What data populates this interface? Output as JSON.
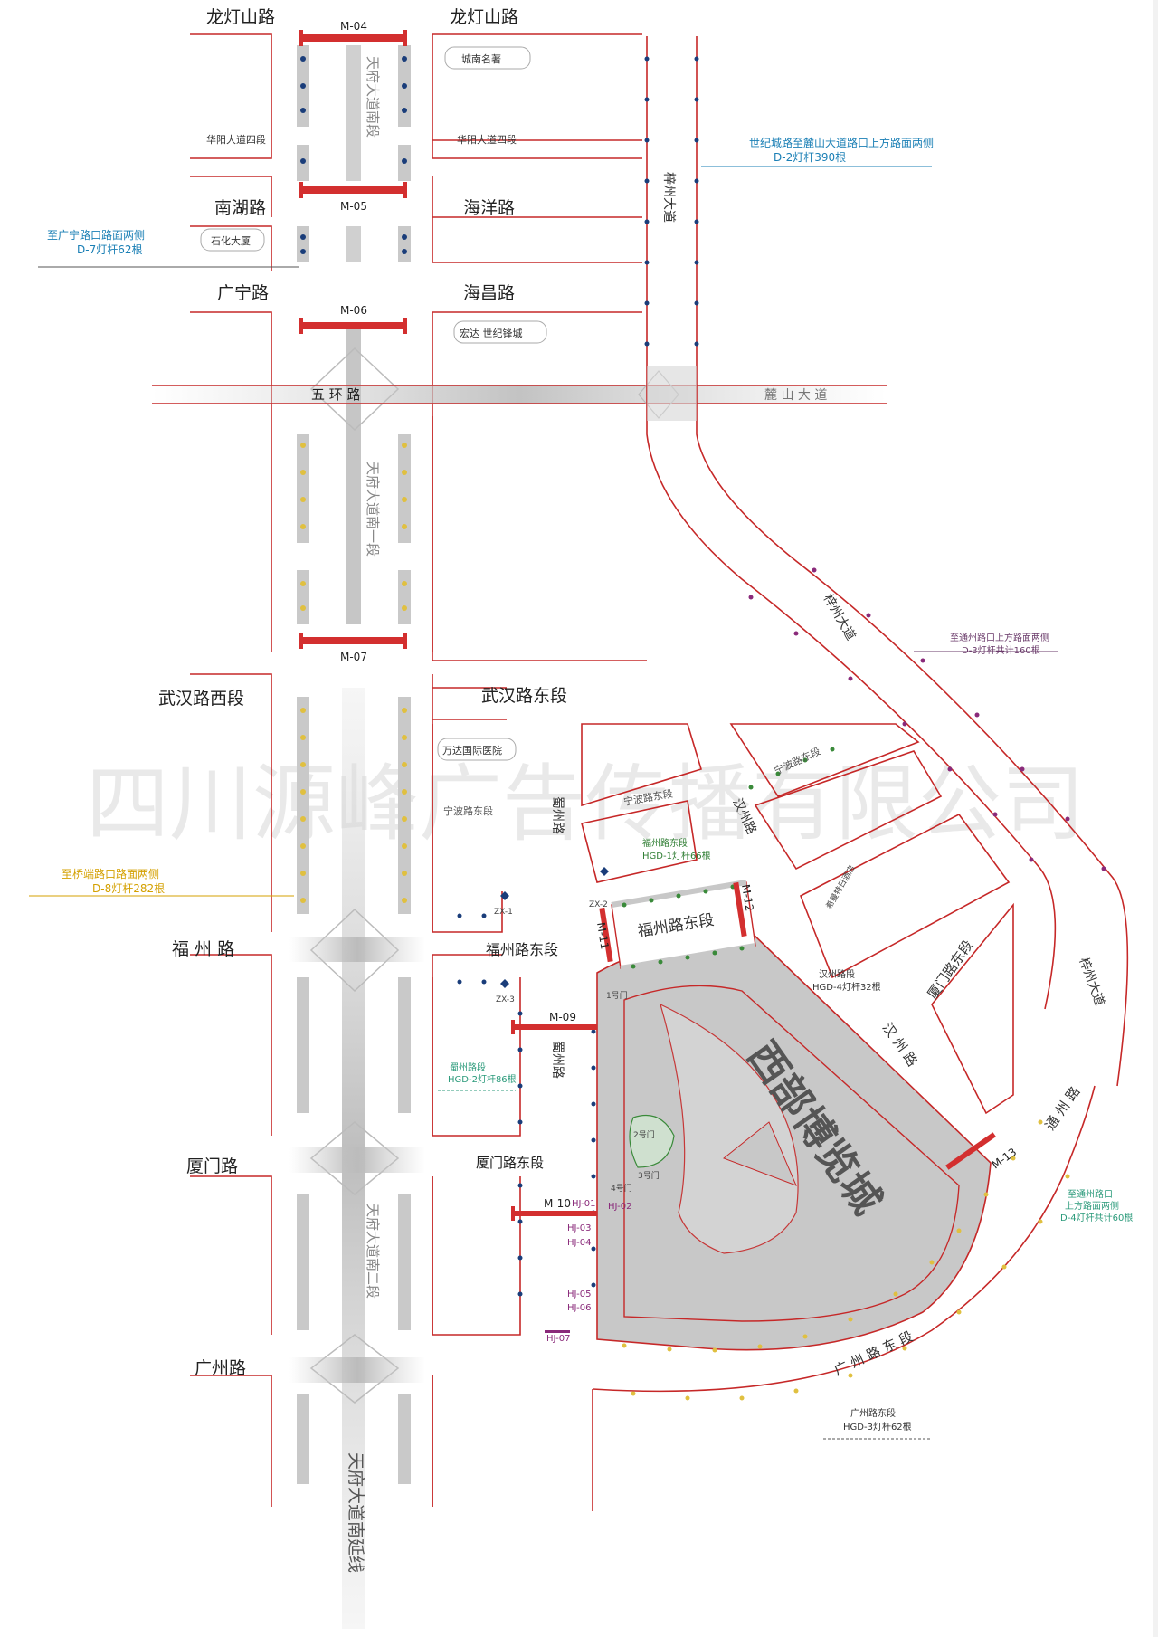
{
  "colors": {
    "road_edge": "#c62828",
    "marker": "#d32f2f",
    "pole_blue": "#1a3d7a",
    "pole_yellow": "#e0c040",
    "pole_green": "#3a8a3a",
    "pole_purple": "#8a2a7a",
    "note_blue": "#1a7fb5",
    "note_yellow": "#d4a000",
    "area_grey": "#c8c8c8"
  },
  "roads": {
    "longdengshan_w": "龙灯山路",
    "longdengshan_e": "龙灯山路",
    "huayang_w": "华阳大道四段",
    "huayang_e": "华阳大道四段",
    "nanhu": "南湖路",
    "haiyang": "海洋路",
    "guangning": "广宁路",
    "haichang": "海昌路",
    "wuhuan": "五  环  路",
    "lushan": "麓  山  大  道",
    "wuhan_w": "武汉路西段",
    "wuhan_e": "武汉路东段",
    "ningbo_1": "宁波路东段",
    "ningbo_2": "宁波路东段",
    "ningbo_3": "宁波路东段",
    "fuzhou_w": "福 州 路",
    "fuzhou_e": "福州路东段",
    "fuzhou_box": "福州路东段",
    "xiamen_w": "厦门路",
    "xiamen_e": "厦门路东段",
    "xiamen_diag": "厦门路东段",
    "guangzhou_w": "广州路",
    "guangzhou_e": "广 州 路 东 段",
    "tongzhou": "通 州 路",
    "hanzhou": "汉 州 路",
    "zizhou_1": "梓州大道",
    "zizhou_2": "梓州大道",
    "zizhou_3": "梓州大道",
    "shuzhou_1": "蜀州路",
    "shuzhou_2": "蜀州路",
    "hanzhou_upper": "汉州路",
    "tianfu_s": "天府大道南段",
    "tianfu_s1": "天府大道南一段",
    "tianfu_s2": "天府大道南二段",
    "tianfu_ext": "天府大道南延线"
  },
  "landmarks": {
    "chengnan": "城南名著",
    "shihua": "石化大厦",
    "hongda": "宏达 世纪锋城",
    "wanda": "万达国际医院",
    "hotel": "希曼特日酒店"
  },
  "markers": {
    "m04": "M-04",
    "m05": "M-05",
    "m06": "M-06",
    "m07": "M-07",
    "m09": "M-09",
    "m10": "M-10",
    "m11": "M-11",
    "m12": "M-12",
    "m13": "M-13"
  },
  "zx": {
    "zx1": "ZX-1",
    "zx2": "ZX-2",
    "zx3": "ZX-3"
  },
  "hj": {
    "hj01": "HJ-01",
    "hj02": "HJ-02",
    "hj03": "HJ-03",
    "hj04": "HJ-04",
    "hj05": "HJ-05",
    "hj06": "HJ-06",
    "hj07": "HJ-07"
  },
  "gates": {
    "g1": "1号门",
    "g2": "2号门",
    "g3": "3号门",
    "g4": "4号门"
  },
  "expo_name": "西部博览城",
  "watermark": "四川源峰广告传播有限公司",
  "notes": {
    "d2_line1": "世纪城路至麓山大道路口上方路面两侧",
    "d2_line2": "D-2灯杆390根",
    "d7_line1": "至广宁路口路面两侧",
    "d7_line2": "D-7灯杆62根",
    "d8_line1": "至桥端路口路面两侧",
    "d8_line2": "D-8灯杆282根",
    "d3_line1": "至通州路口上方路面两侧",
    "d3_line2": "D-3灯杆共计160根",
    "d4_line1": "至通州路口",
    "d4_line2": "上方路面两侧",
    "d4_line3": "D-4灯杆共计60根",
    "hgd1_line1": "福州路东段",
    "hgd1_line2": "HGD-1灯杆66根",
    "hgd2_line1": "蜀州路段",
    "hgd2_line2": "HGD-2灯杆86根",
    "hgd3_line1": "广州路东段",
    "hgd3_line2": "HGD-3灯杆62根",
    "hgd4_line1": "汉州路段",
    "hgd4_line2": "HGD-4灯杆32根"
  }
}
